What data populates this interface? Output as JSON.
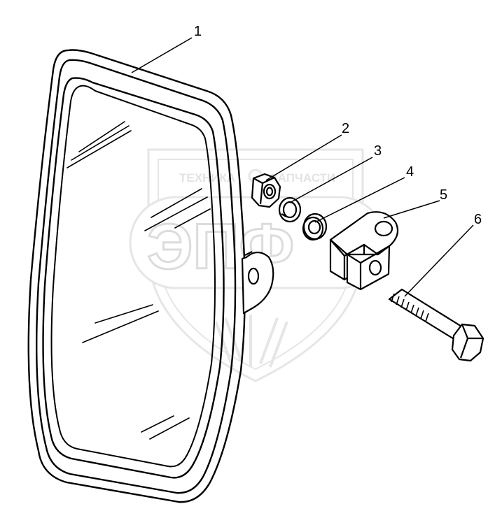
{
  "diagram": {
    "callouts": [
      "1",
      "2",
      "3",
      "4",
      "5",
      "6"
    ]
  },
  "watermark": {
    "top_left": "ТЕХНИКА",
    "top_right": "ЗАПЧАСТИ",
    "big": "ЭПФ",
    "color": "#e6e6e6"
  },
  "colors": {
    "line": "#000000",
    "background": "#ffffff"
  }
}
